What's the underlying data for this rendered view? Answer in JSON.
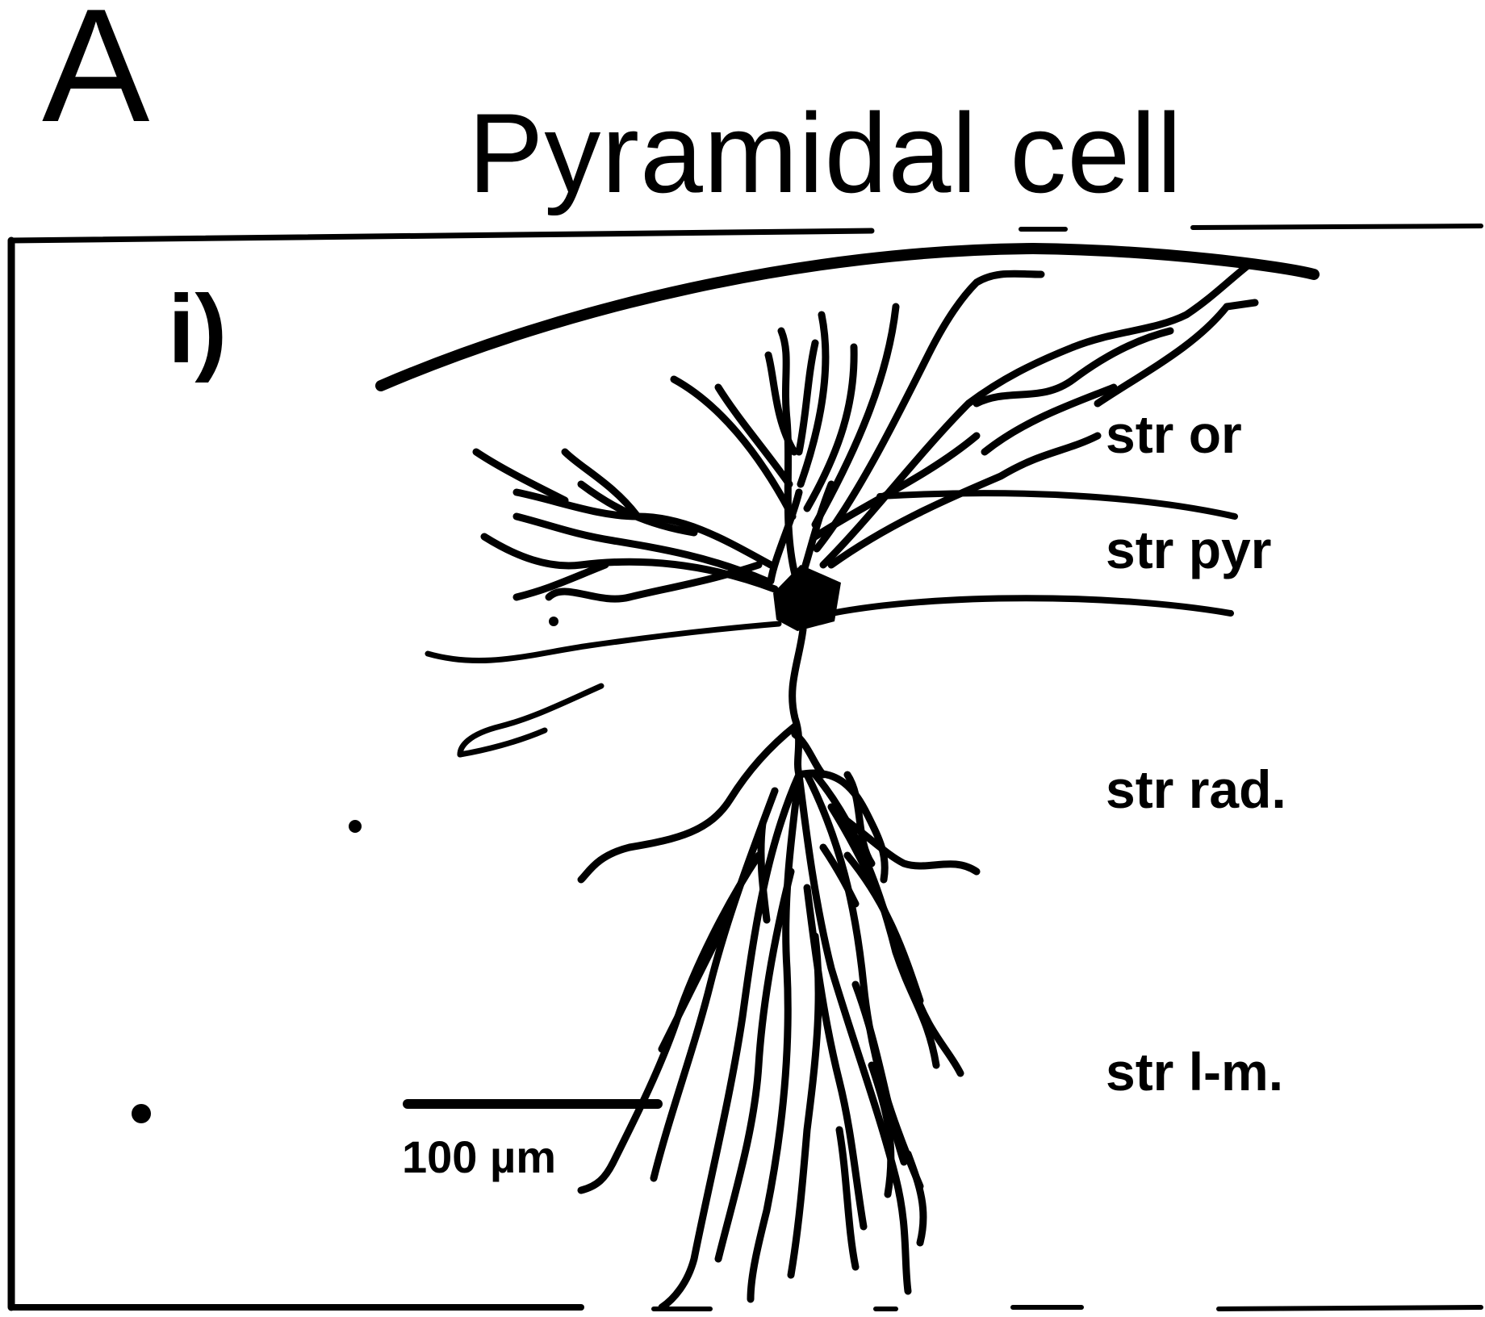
{
  "panel": {
    "letter": "A",
    "title": "Pyramidal cell",
    "sub_label": "i)"
  },
  "layers": [
    {
      "id": "or",
      "label": "str or"
    },
    {
      "id": "pyr",
      "label": "str pyr"
    },
    {
      "id": "rad",
      "label": "str rad."
    },
    {
      "id": "lm",
      "label": "str l-m."
    }
  ],
  "scale_bar": {
    "label": "100 µm"
  },
  "colors": {
    "ink": "#000000",
    "background": "#ffffff"
  }
}
